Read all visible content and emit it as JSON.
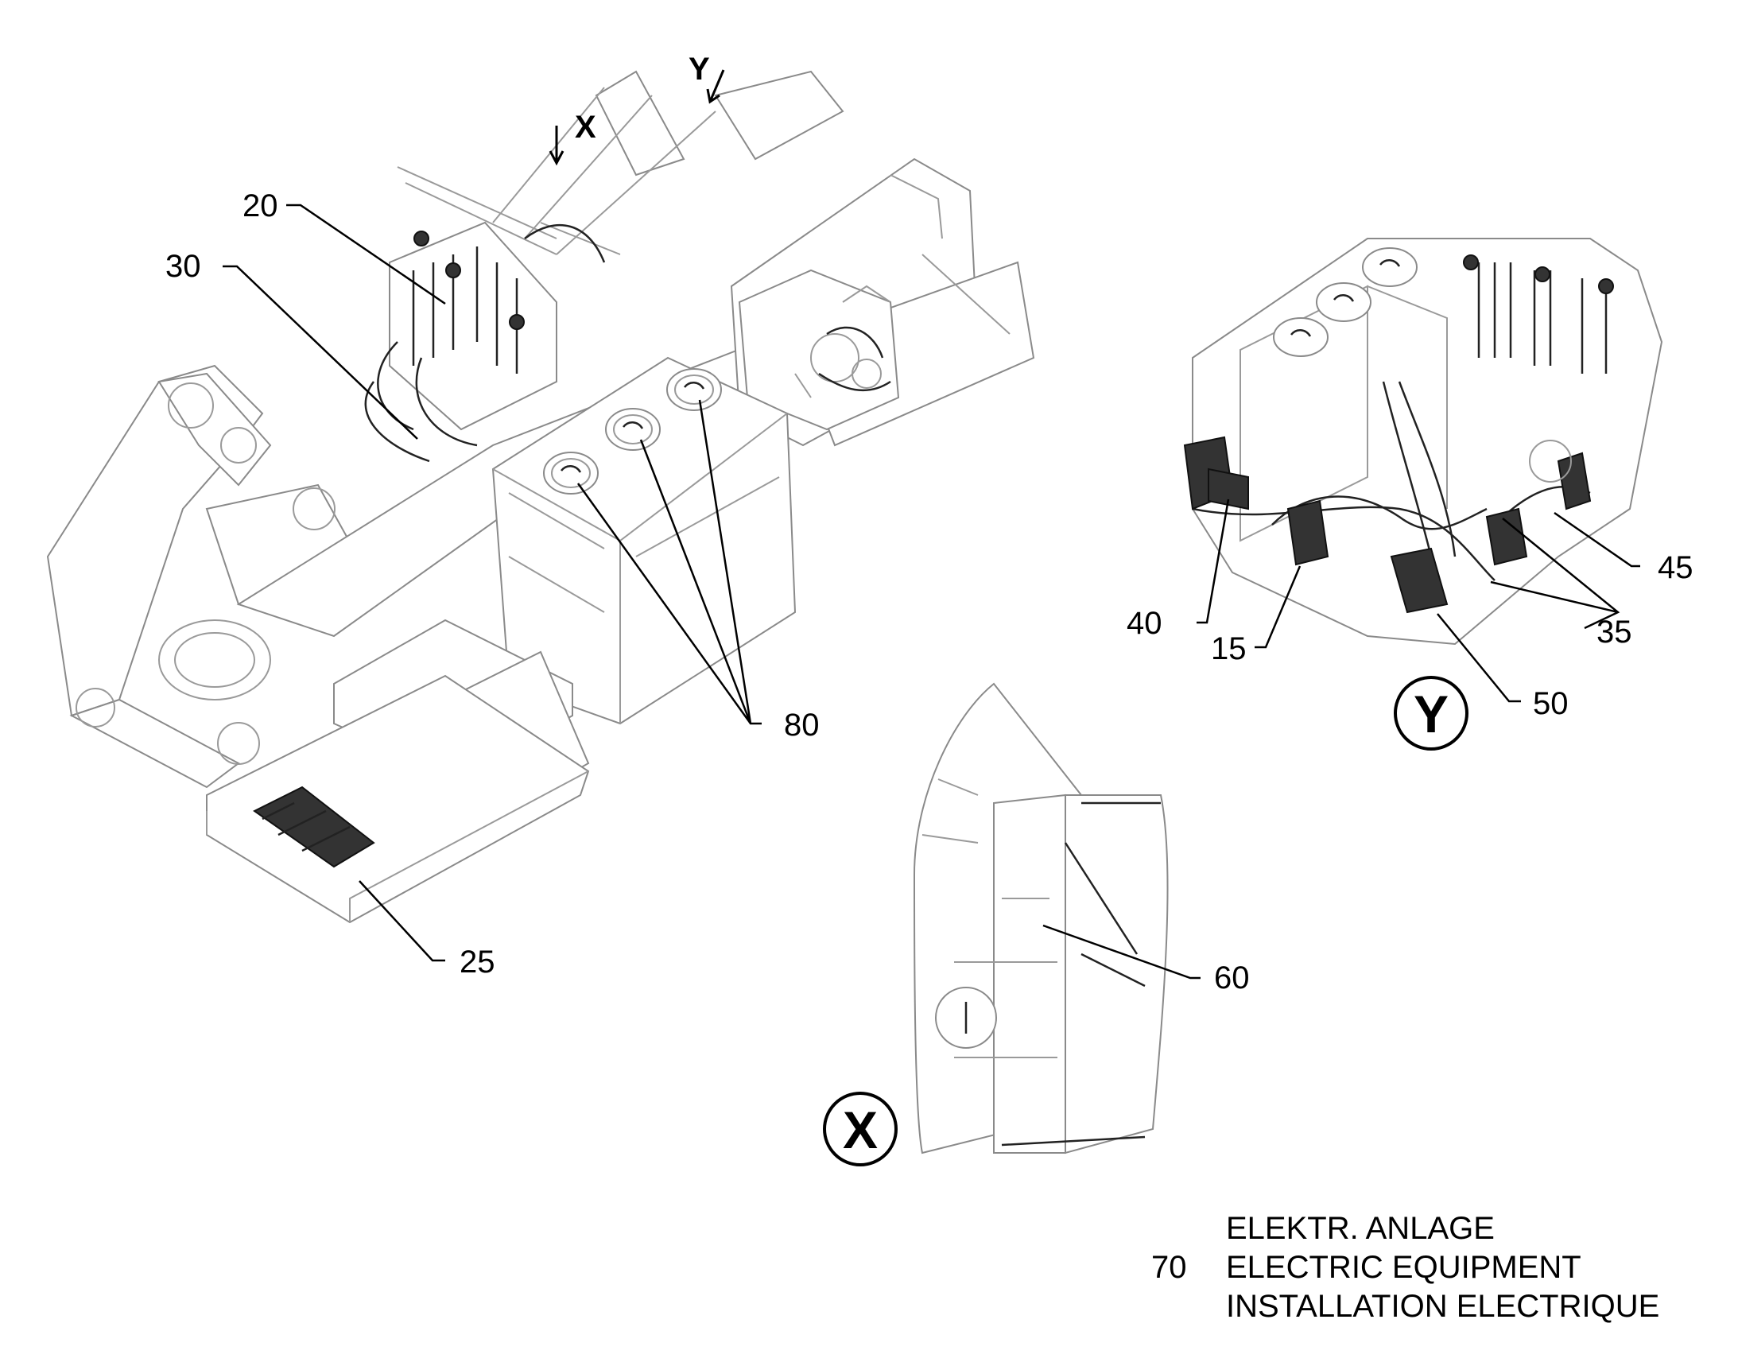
{
  "callouts": {
    "c20": "20",
    "c30": "30",
    "c80": "80",
    "c25": "25",
    "c40": "40",
    "c15": "15",
    "c35": "35",
    "c45": "45",
    "c50": "50",
    "c60": "60"
  },
  "view_markers": {
    "arrow_x": "X",
    "arrow_y": "Y",
    "detail_x": "X",
    "detail_y": "Y"
  },
  "title_block": {
    "number": "70",
    "line_de": "ELEKTR. ANLAGE",
    "line_en": "ELECTRIC EQUIPMENT",
    "line_fr": "INSTALLATION ELECTRIQUE"
  }
}
